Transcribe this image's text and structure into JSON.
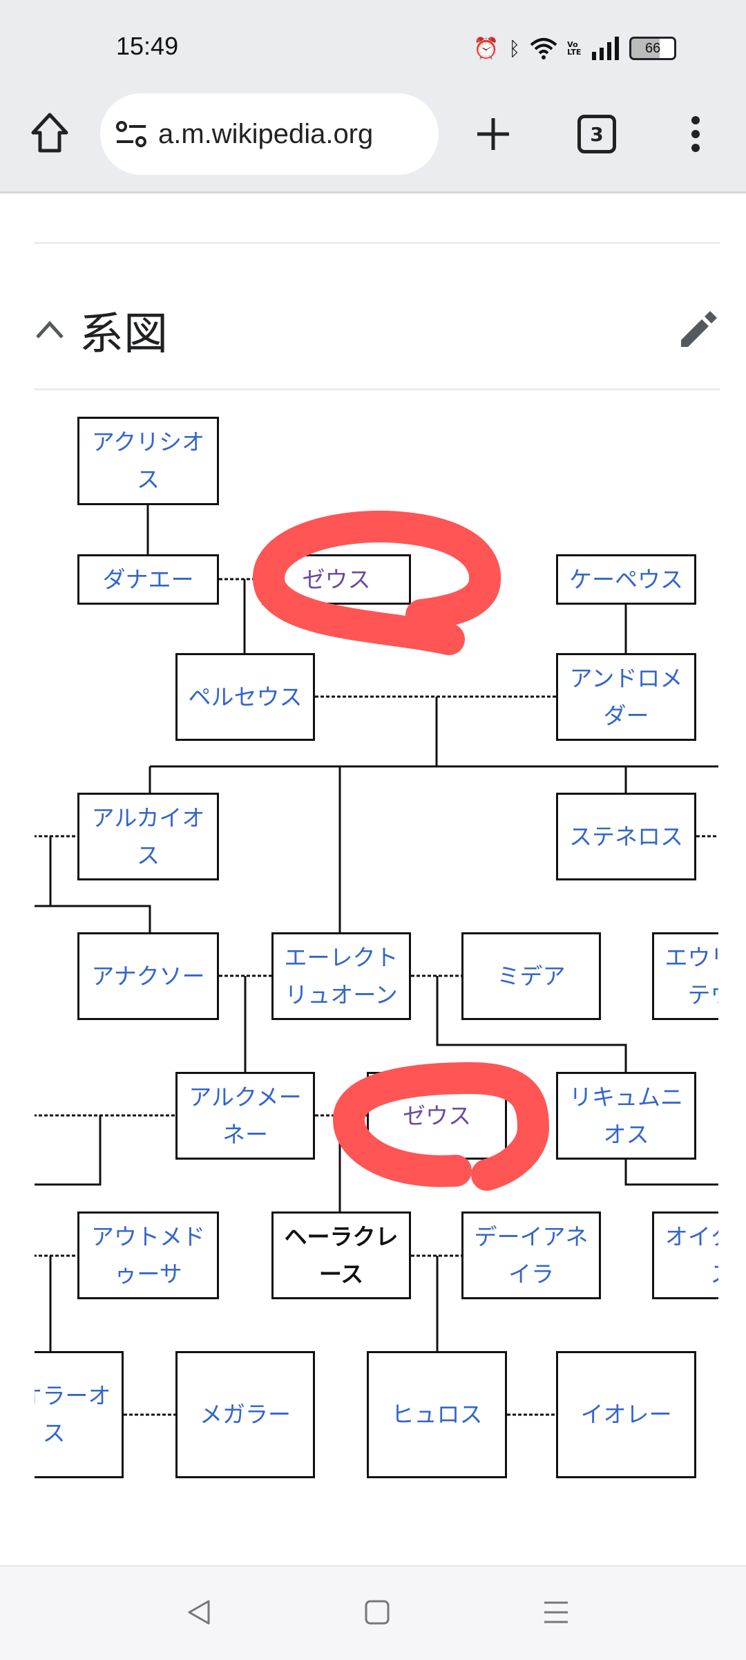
{
  "status": {
    "time": "15:49",
    "battery": "66",
    "network": "VoLTE"
  },
  "browser": {
    "url": "a.m.wikipedia.org",
    "tab_count": "3"
  },
  "section": {
    "title": "系図"
  },
  "nodes": {
    "acrisius": "アクリシオス",
    "danae": "ダナエー",
    "zeus1": "ゼウス",
    "cepheus": "ケーペウス",
    "perseus": "ペルセウス",
    "andromeda": "アンドロメダー",
    "alcaeus": "アルカイオス",
    "sthenelus": "ステネロス",
    "anaxo": "アナクソー",
    "electryon": "エーレクトリュオーン",
    "midea": "ミデア",
    "eurystheus": "エウリュステウス",
    "alcmene": "アルクメーネー",
    "zeus2": "ゼウス",
    "licymnius": "リキュムニオス",
    "automedusa": "アウトメドゥーサ",
    "heracles": "ヘーラクレース",
    "deianira": "デーイアネイラ",
    "oecles": "オイクレース",
    "iolaus": "イオラーオス",
    "megara": "メガラー",
    "hyllus": "ヒュロス",
    "iole": "イオレー"
  },
  "colors": {
    "link": "#3366cc",
    "visited": "#6b4ba1",
    "annotation": "#ff5555"
  }
}
